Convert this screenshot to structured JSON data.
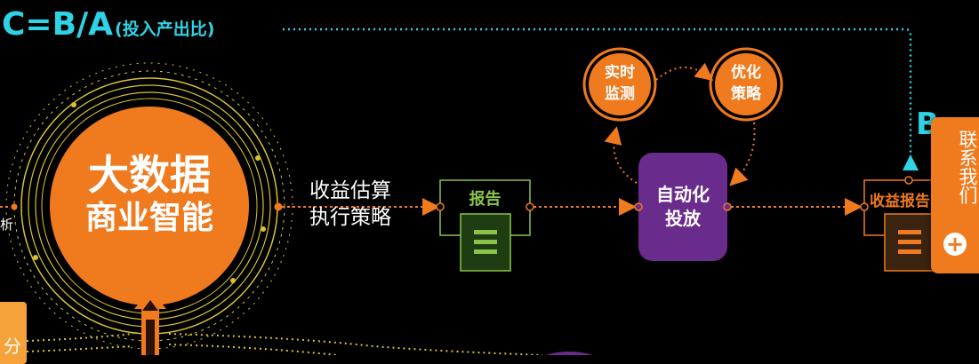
{
  "formula": {
    "main": "C=B/A",
    "note": "(投入产出比)"
  },
  "letter_b": "B",
  "center": {
    "line1": "大数据",
    "line2": "商业智能"
  },
  "left_cut_label": "析",
  "flow_label": {
    "line1": "收益估算",
    "line2": "执行策略"
  },
  "report": {
    "label": "报告"
  },
  "realtime": {
    "line1": "实时",
    "line2": "监测"
  },
  "optimize": {
    "line1": "优化",
    "line2": "策略"
  },
  "auto": {
    "line1": "自动化",
    "line2": "投放"
  },
  "revenue_report": {
    "label": "收益报告"
  },
  "contact": {
    "label": "联系我们",
    "plus": "+"
  },
  "left_tab": {
    "label": "分"
  },
  "colors": {
    "cyan": "#2fd3e6",
    "orange": "#f07a1e",
    "green": "#8bc34a",
    "purple": "#6a2c8c",
    "gold": "#d8c234",
    "dark_green": "#1e3d12"
  }
}
